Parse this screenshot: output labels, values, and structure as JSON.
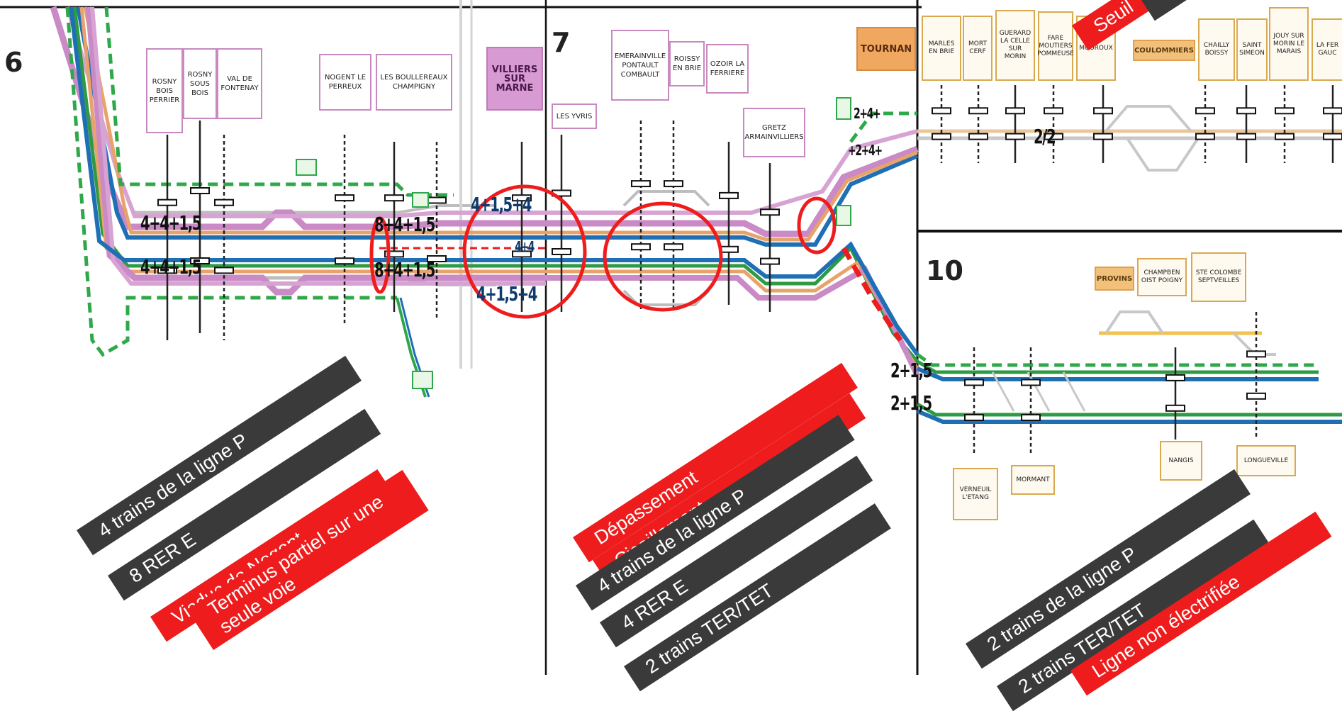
{
  "sectors": {
    "s6": "6",
    "s7": "7",
    "s10": "10"
  },
  "stations": {
    "rosny_bois_perrier": "ROSNY\nBOIS\nPERRIER",
    "rosny_sous_bois": "ROSNY\nSOUS\nBOIS",
    "val_de_fontenay": "VAL DE\nFONTENAY",
    "nogent_le_perreux": "NOGENT LE\nPERREUX",
    "les_boullereaux": "LES BOULLEREAUX\nCHAMPIGNY",
    "villiers": "VILLIERS\nSUR MARNE",
    "emerainville": "EMERAINVILLE\nPONTAULT\nCOMBAULT",
    "roissy_en_brie": "ROISSY\nEN BRIE",
    "ozoir": "OZOIR LA\nFERRIERE",
    "les_yvris": "LES YVRIS",
    "gretz": "GRETZ\nARMAINVILLIERS",
    "tournan": "TOURNAN",
    "marles": "MARLES\nEN BRIE",
    "mortcerf": "MORT\nCERF",
    "guerard": "GUERARD\nLA CELLE\nSUR MORIN",
    "faremoutiers": "FARE\nMOUTIERS\nPOMMEUSE",
    "mouroux": "MOUROUX",
    "coulommiers": "COULOMMIERS",
    "chailly": "CHAILLY\nBOISSY",
    "saint_simeon": "SAINT\nSIMEON",
    "jouy": "JOUY SUR\nMORIN LE\nMARAIS",
    "la_ferte": "LA FER\nGAUC",
    "provins": "PROVINS",
    "champbenoist": "CHAMPBEN\nOIST POIGNY",
    "ste_colombe": "STE COLOMBE\nSEPTVEILLES",
    "verneuil": "VERNEUIL\nL'ETANG",
    "mormant": "MORMANT",
    "nangis": "NANGIS",
    "longueville": "LONGUEVILLE"
  },
  "train_counts": {
    "s6_upper": "4+4+1,5",
    "s6_lower": "4+4+1,5",
    "nogent_upper": "8+4+1,5",
    "nogent_lower": "8+4+1,5",
    "villiers_upper": "4+1,5+4",
    "villiers_mid": "4+4",
    "villiers_lower": "4+1,5+4",
    "tournan_upper": "2+4+",
    "tournan_lower": "+2+4+",
    "s9_split": "2/2",
    "s10_upper": "2+1,5",
    "s10_lower": "2+1,5"
  },
  "line_colors": {
    "rer_e": "#c98ac6",
    "ligne_p": "#2e9a44",
    "ter_tet": "#1f6fb5",
    "other": "#e8a36a",
    "unelectrified": "#f2c14e",
    "ligne_p_dash": "#2ea84a"
  },
  "highlight_color": "#ee1c1c",
  "annotations": {
    "s6_trains_p": "4 trains de la ligne P",
    "s6_rer_e": "8 RER E",
    "s6_viaduc": "Viaduc de Nogent",
    "s6_terminus": "Terminus partiel sur une seule voie",
    "s7_depassement": "Dépassement",
    "s7_cisaillement": "Cisaillement",
    "s7_trains_p": "4 trains de la ligne P",
    "s7_rer_e": "4 RER E",
    "s7_ter": "2 trains TER/TET",
    "s10_trains_p": "2 trains de la ligne P",
    "s10_ter": "2 trains TER/TET",
    "s10_non_elec": "Ligne non électrifiée",
    "top_seuil": "Seuil"
  }
}
